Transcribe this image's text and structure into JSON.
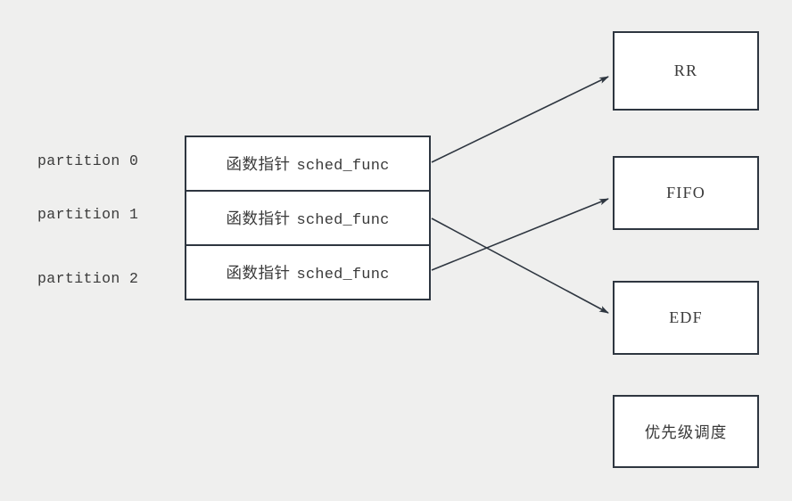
{
  "diagram": {
    "background_color": "#efefee",
    "line_color": "#2e3640",
    "box_fill": "#ffffff",
    "text_color": "#3a3a3a",
    "partition_labels": [
      {
        "text": "partition 0"
      },
      {
        "text": "partition 1"
      },
      {
        "text": "partition 2"
      }
    ],
    "partition_rows": [
      {
        "cjk": "函数指针",
        "mono": "sched_func"
      },
      {
        "cjk": "函数指针",
        "mono": "sched_func"
      },
      {
        "cjk": "函数指针",
        "mono": "sched_func"
      }
    ],
    "policy_boxes": [
      {
        "id": "rr",
        "label": "RR",
        "script": "latin"
      },
      {
        "id": "fifo",
        "label": "FIFO",
        "script": "latin"
      },
      {
        "id": "edf",
        "label": "EDF",
        "script": "latin"
      },
      {
        "id": "prio",
        "label": "优先级调度",
        "script": "cjk"
      }
    ],
    "connections": [
      {
        "from": "partition 0",
        "to": "RR"
      },
      {
        "from": "partition 1",
        "to": "EDF"
      },
      {
        "from": "partition 2",
        "to": "FIFO"
      }
    ]
  }
}
